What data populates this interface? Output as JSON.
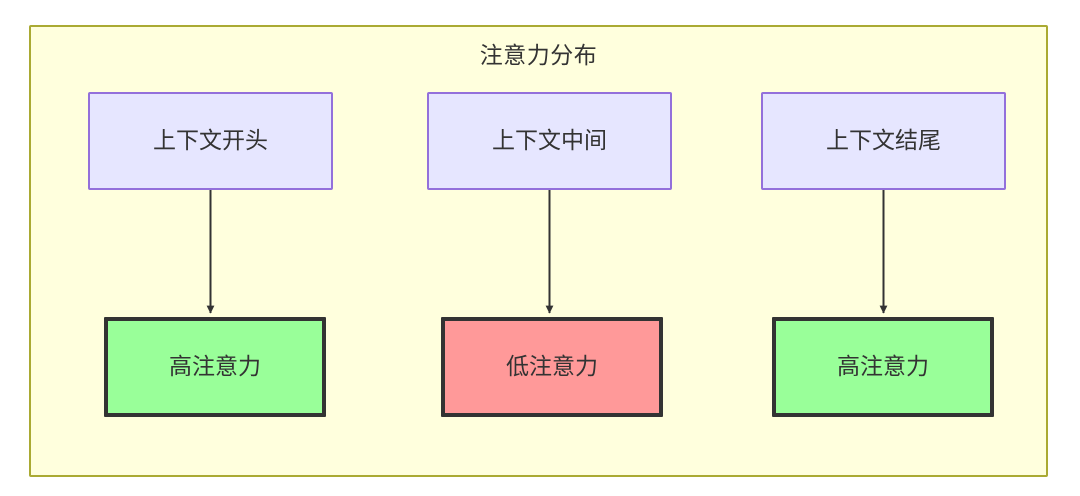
{
  "diagram": {
    "title": "注意力分布",
    "type": "flowchart",
    "frame": {
      "fill_color": "#ffffdd",
      "border_color": "#aaaa33"
    },
    "nodes": [
      {
        "id": "ctx-start",
        "label": "上下文开头",
        "row": "context",
        "fill_color": "#e6e6ff",
        "border_color": "#9370db"
      },
      {
        "id": "ctx-middle",
        "label": "上下文中间",
        "row": "context",
        "fill_color": "#e6e6ff",
        "border_color": "#9370db"
      },
      {
        "id": "ctx-end",
        "label": "上下文结尾",
        "row": "context",
        "fill_color": "#e6e6ff",
        "border_color": "#9370db"
      },
      {
        "id": "attn-start",
        "label": "高注意力",
        "row": "attention",
        "level": "high",
        "fill_color": "#99ff99",
        "border_color": "#333333"
      },
      {
        "id": "attn-middle",
        "label": "低注意力",
        "row": "attention",
        "level": "low",
        "fill_color": "#ff9999",
        "border_color": "#333333"
      },
      {
        "id": "attn-end",
        "label": "高注意力",
        "row": "attention",
        "level": "high",
        "fill_color": "#99ff99",
        "border_color": "#333333"
      }
    ],
    "edges": [
      {
        "from": "ctx-start",
        "to": "attn-start",
        "style": "solid-arrow",
        "color": "#333333"
      },
      {
        "from": "ctx-middle",
        "to": "attn-middle",
        "style": "solid-arrow",
        "color": "#333333"
      },
      {
        "from": "ctx-end",
        "to": "attn-end",
        "style": "solid-arrow",
        "color": "#333333"
      }
    ]
  }
}
